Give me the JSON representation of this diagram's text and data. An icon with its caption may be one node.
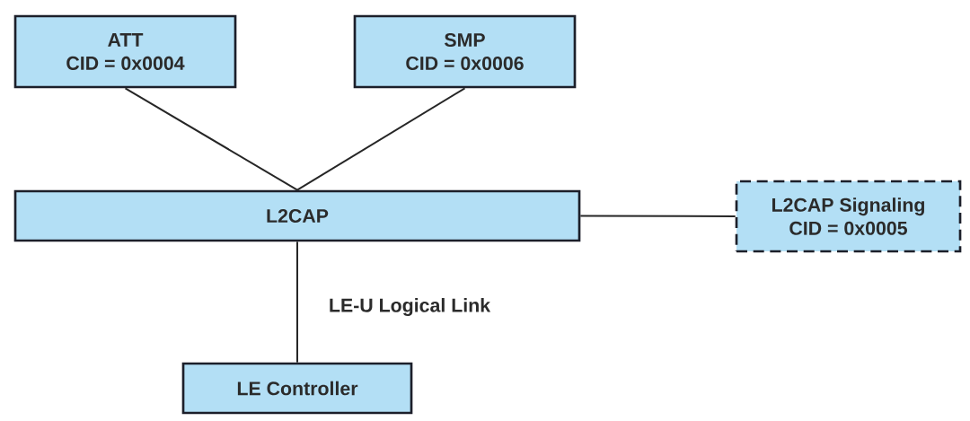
{
  "diagram": {
    "nodes": [
      {
        "text": [
          "ATT",
          "CID = 0x0004"
        ]
      },
      {
        "text": [
          "SMP",
          "CID = 0x0006"
        ]
      },
      {
        "text": [
          "L2CAP"
        ]
      },
      {
        "text": [
          "L2CAP Signaling",
          "CID = 0x0005"
        ]
      },
      {
        "text": [
          "LE Controller"
        ]
      }
    ],
    "edges": [
      {
        "from": 0,
        "to": 2,
        "arrow": "none"
      },
      {
        "from": 1,
        "to": 2,
        "arrow": "none"
      },
      {
        "from": 2,
        "to": 3,
        "arrow": "none"
      },
      {
        "from": 2,
        "to": 4,
        "arrow": "none",
        "label": "LE-U Logical Link"
      }
    ]
  }
}
